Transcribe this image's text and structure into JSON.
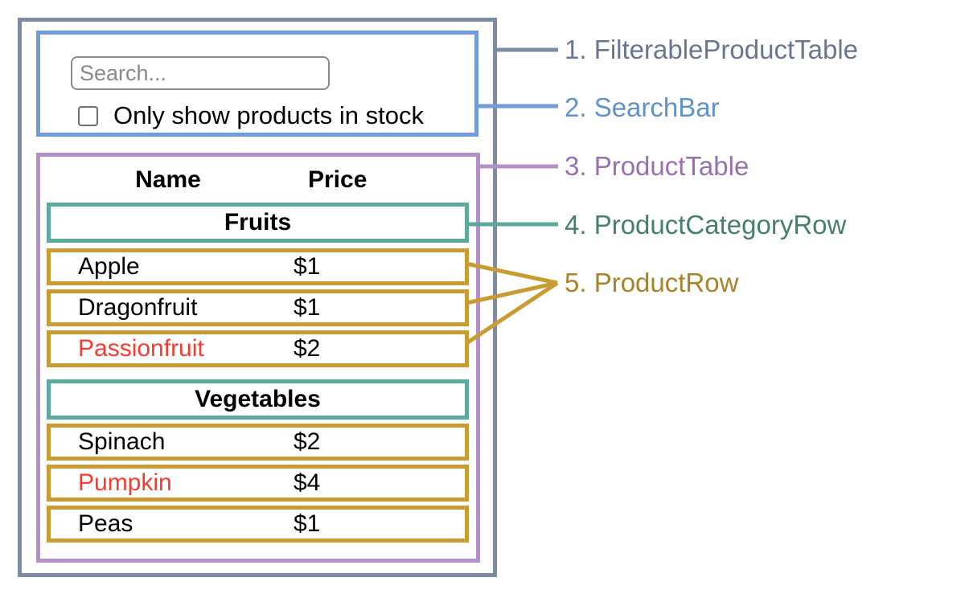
{
  "search_bar": {
    "placeholder": "Search...",
    "checkbox_label": "Only show products in stock",
    "checkbox_checked": false
  },
  "table": {
    "name_header": "Name",
    "price_header": "Price",
    "sections": [
      {
        "category": "Fruits",
        "rows": [
          {
            "name": "Apple",
            "price": "$1",
            "out_of_stock": false
          },
          {
            "name": "Dragonfruit",
            "price": "$1",
            "out_of_stock": false
          },
          {
            "name": "Passionfruit",
            "price": "$2",
            "out_of_stock": true
          }
        ]
      },
      {
        "category": "Vegetables",
        "rows": [
          {
            "name": "Spinach",
            "price": "$2",
            "out_of_stock": false
          },
          {
            "name": "Pumpkin",
            "price": "$4",
            "out_of_stock": true
          },
          {
            "name": "Peas",
            "price": "$1",
            "out_of_stock": false
          }
        ]
      }
    ]
  },
  "legend": {
    "items": [
      {
        "label": "1. FilterableProductTable",
        "color": "#68768f"
      },
      {
        "label": "2. SearchBar",
        "color": "#6291c8"
      },
      {
        "label": "3. ProductTable",
        "color": "#9a6fb0"
      },
      {
        "label": "4. ProductCategoryRow",
        "color": "#45806e"
      },
      {
        "label": "5. ProductRow",
        "color": "#a8832a"
      }
    ]
  },
  "colors": {
    "filterable_product_table_border": "#7d8ba4",
    "search_bar_border": "#6f9dd6",
    "product_table_border": "#b490c8",
    "product_category_row_border": "#5caa9c",
    "product_row_border": "#c89c33",
    "out_of_stock_text": "#f83b31"
  }
}
